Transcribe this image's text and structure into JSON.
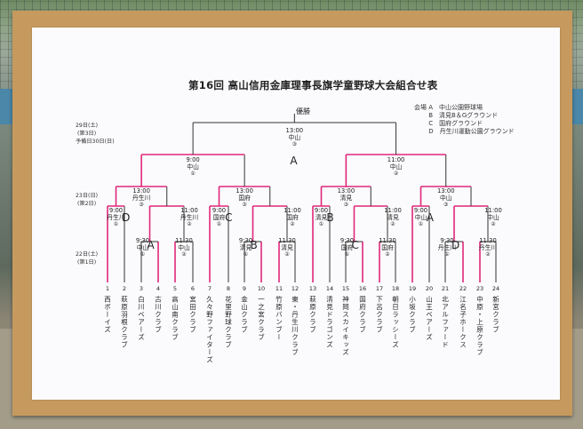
{
  "title": "第16回 高山信用金庫理事長旗学童野球大会組合せ表",
  "champion": "優勝",
  "dates": {
    "round3": {
      "date": "29日(土)",
      "label": "(第3日)",
      "note": "予備日30日(日)"
    },
    "round2": {
      "date": "23日(日)",
      "label": "(第2日)"
    },
    "round1": {
      "date": "22日(土)",
      "label": "(第1日)"
    }
  },
  "legend": [
    {
      "key": "会場",
      "mark": "A",
      "name": "中山公園野球場"
    },
    {
      "key": "",
      "mark": "B",
      "name": "清見B＆Gグラウンド"
    },
    {
      "key": "",
      "mark": "C",
      "name": "国府グラウンド"
    },
    {
      "key": "",
      "mark": "D",
      "name": "丹生川運動公園グラウンド"
    }
  ],
  "final": {
    "time": "13:00",
    "venue": "中山",
    "no": "③",
    "court": "A"
  },
  "semis": [
    {
      "time": "9:00",
      "venue": "中山",
      "no": "①"
    },
    {
      "time": "11:00",
      "venue": "中山",
      "no": "②"
    }
  ],
  "round2": [
    {
      "time": "13:00",
      "venue": "丹生川",
      "no": "③",
      "court": "D"
    },
    {
      "time": "13:00",
      "venue": "国府",
      "no": "③",
      "court": "C"
    },
    {
      "time": "13:00",
      "venue": "清見",
      "no": "③",
      "court": "B"
    },
    {
      "time": "13:00",
      "venue": "中山",
      "no": "③",
      "court": "A"
    }
  ],
  "round1": [
    {
      "time": "9:00",
      "venue": "丹生川",
      "no": "①"
    },
    {
      "time": "11:00",
      "venue": "丹生川",
      "no": "②"
    },
    {
      "time": "9:00",
      "venue": "国府",
      "no": "①"
    },
    {
      "time": "11:00",
      "venue": "国府",
      "no": "②"
    },
    {
      "time": "9:00",
      "venue": "清見",
      "no": "①"
    },
    {
      "time": "11:00",
      "venue": "清見",
      "no": "②"
    },
    {
      "time": "9:00",
      "venue": "中山",
      "no": "①"
    },
    {
      "time": "11:00",
      "venue": "中山",
      "no": "②"
    }
  ],
  "opening": [
    {
      "time": "9:30",
      "venue": "中山",
      "no": "①",
      "court": "A"
    },
    {
      "time": "11:30",
      "venue": "中山",
      "no": "②"
    },
    {
      "time": "9:30",
      "venue": "清見",
      "no": "①",
      "court": "B"
    },
    {
      "time": "11:30",
      "venue": "清見",
      "no": "②"
    },
    {
      "time": "9:30",
      "venue": "国府",
      "no": "①",
      "court": "C"
    },
    {
      "time": "11:30",
      "venue": "国府",
      "no": "②"
    },
    {
      "time": "9:30",
      "venue": "丹生川",
      "no": "①",
      "court": "D"
    },
    {
      "time": "11:30",
      "venue": "丹生川",
      "no": "②"
    }
  ],
  "teams": [
    {
      "num": "1",
      "name": "西ボーイズ"
    },
    {
      "num": "2",
      "name": "萩原羽根クラブ"
    },
    {
      "num": "3",
      "name": "白川ベアーズ"
    },
    {
      "num": "4",
      "name": "古川クラブ"
    },
    {
      "num": "5",
      "name": "高山南クラブ"
    },
    {
      "num": "6",
      "name": "宮田クラブ"
    },
    {
      "num": "7",
      "name": "久々野ファイターズ"
    },
    {
      "num": "8",
      "name": "花里野球クラブ"
    },
    {
      "num": "9",
      "name": "金山クラブ"
    },
    {
      "num": "10",
      "name": "一之宮クラブ"
    },
    {
      "num": "11",
      "name": "竹原バンブー"
    },
    {
      "num": "12",
      "name": "東・丹生川クラブ"
    },
    {
      "num": "13",
      "name": "萩原クラブ"
    },
    {
      "num": "14",
      "name": "清見ドラゴンズ"
    },
    {
      "num": "15",
      "name": "神岡スカイキッズ"
    },
    {
      "num": "16",
      "name": "国府クラブ"
    },
    {
      "num": "17",
      "name": "下呂クラブ"
    },
    {
      "num": "18",
      "name": "朝日ラッシーズ"
    },
    {
      "num": "19",
      "name": "小坂クラブ"
    },
    {
      "num": "20",
      "name": "山王ベアーズ"
    },
    {
      "num": "21",
      "name": "北アルファード"
    },
    {
      "num": "22",
      "name": "江名子ホークス"
    },
    {
      "num": "23",
      "name": "中原・上原クラブ"
    },
    {
      "num": "24",
      "name": "新宮クラブ"
    }
  ],
  "colors": {
    "winner_line": "#e0287a",
    "bracket_line": "#333333",
    "paper": "#fbfbfd",
    "board": "#c69a5e"
  }
}
